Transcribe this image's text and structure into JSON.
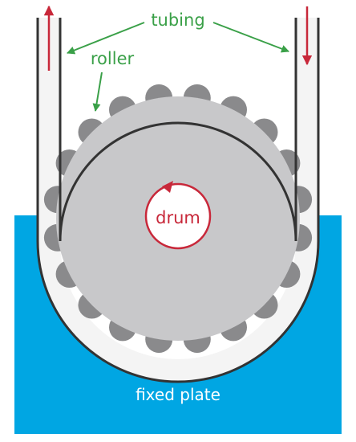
{
  "labels": {
    "tubing": "tubing",
    "roller": "roller",
    "drum": "drum",
    "fixed_plate": "fixed plate"
  },
  "roller_count": 20,
  "colors": {
    "plate": "#00a6e3",
    "drum": "#c8c8ca",
    "roller": "#8a8a8c",
    "tubing": "#333333",
    "tube_interior": "#f2f2f2",
    "label_green": "#3aa048",
    "arrow_red": "#c8283a",
    "plate_text": "#ffffff"
  }
}
